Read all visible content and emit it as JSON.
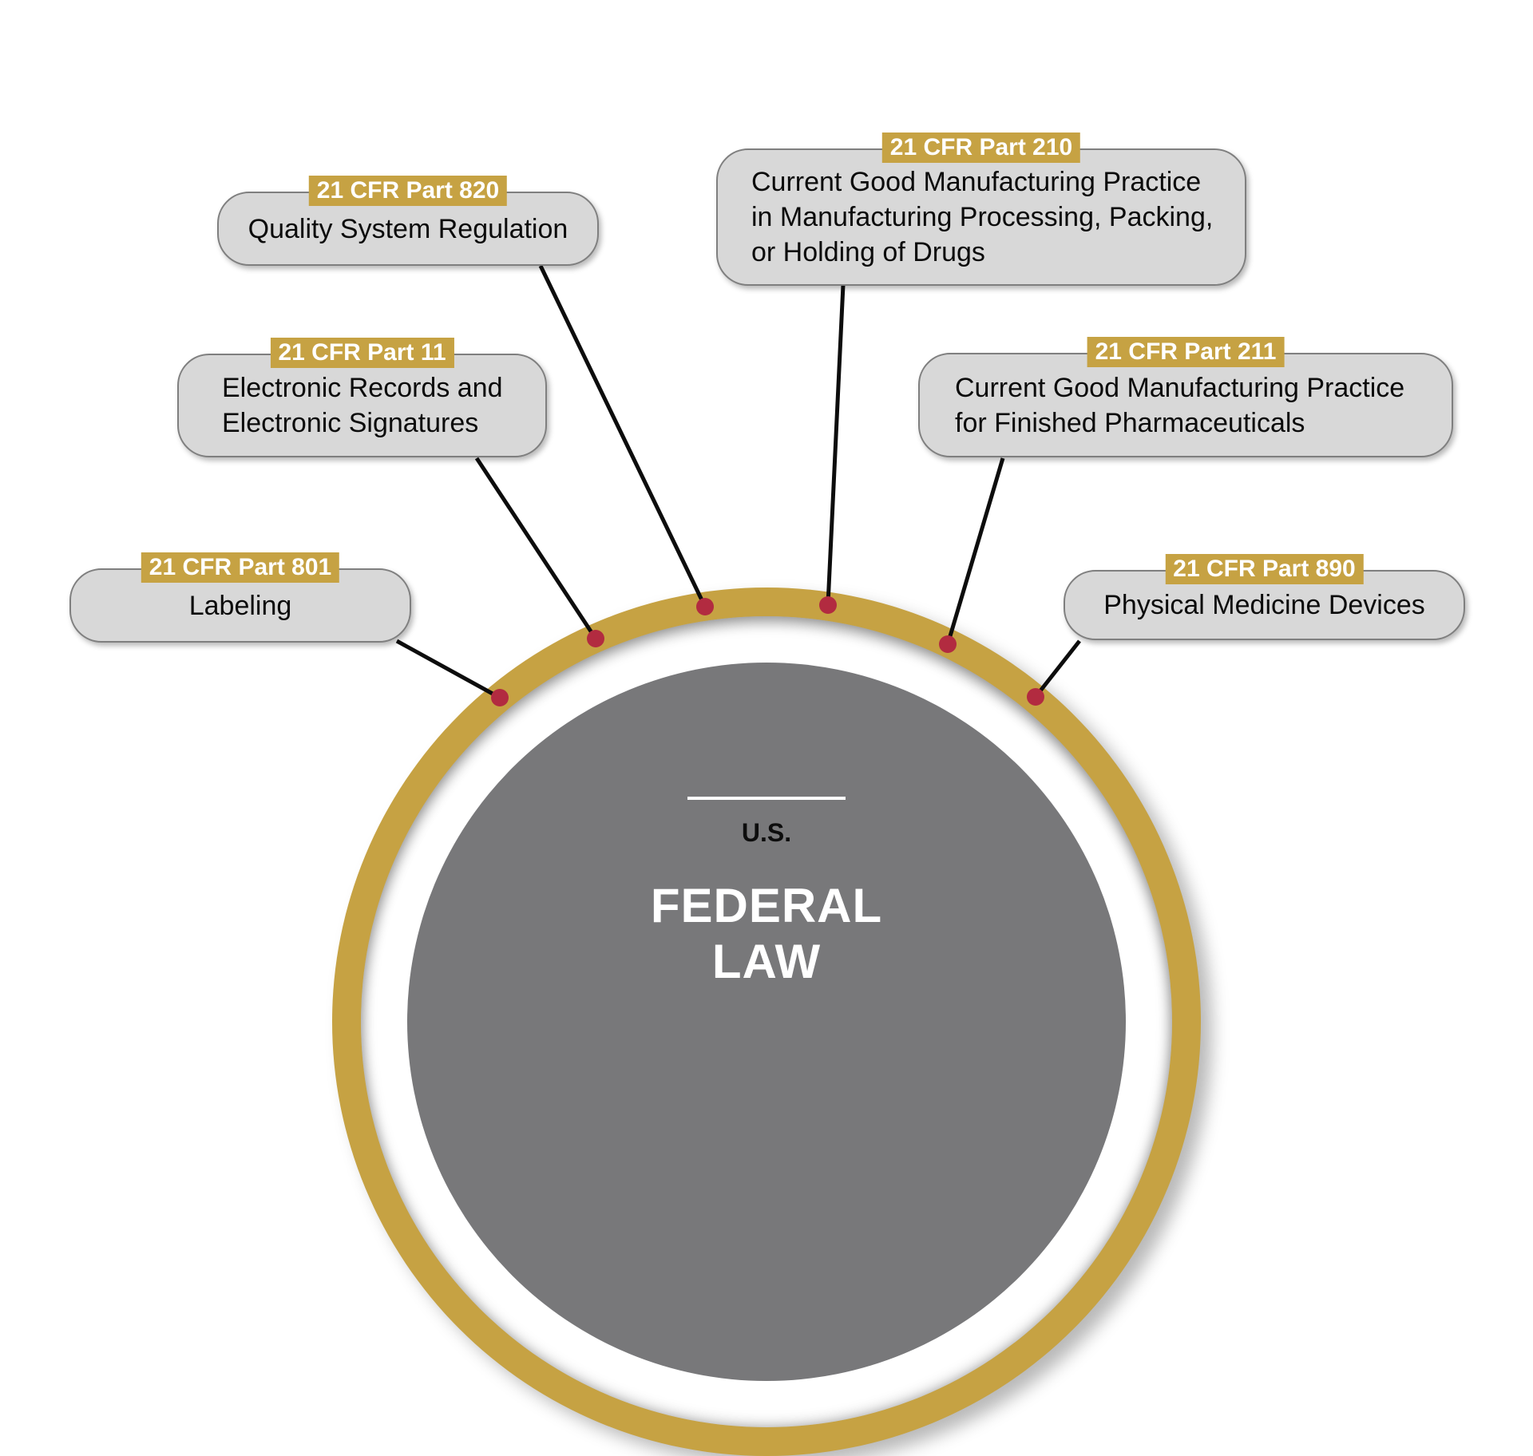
{
  "center": {
    "eyebrow": "U.S.",
    "title": "FEDERAL\nLAW"
  },
  "callouts": [
    {
      "id": "part-820",
      "tag": "21 CFR Part 820",
      "body": "Quality System Regulation"
    },
    {
      "id": "part-11",
      "tag": "21 CFR Part 11",
      "body": "Electronic Records and\nElectronic Signatures"
    },
    {
      "id": "part-801",
      "tag": "21 CFR Part 801",
      "body": "Labeling"
    },
    {
      "id": "part-210",
      "tag": "21 CFR Part 210",
      "body": "Current Good Manufacturing Practice\nin Manufacturing Processing, Packing,\nor Holding of Drugs"
    },
    {
      "id": "part-211",
      "tag": "21 CFR Part 211",
      "body": "Current Good Manufacturing Practice\nfor Finished Pharmaceuticals"
    },
    {
      "id": "part-890",
      "tag": "21 CFR Part 890",
      "body": "Physical Medicine Devices"
    }
  ],
  "colors": {
    "ring_gold": "#C6A243",
    "anchor_dot_red": "#B22B40",
    "core_circle_gray": "#78787A",
    "callout_fill": "#D8D8D8",
    "callout_border": "#7F7F7F",
    "connector_line": "#0D0D0D",
    "tag_text": "#FFFFFF",
    "body_text": "#0B0B0B",
    "core_title_text": "#FFFFFF",
    "core_eyebrow_text": "#0D0D0D",
    "background": "#FFFFFF"
  }
}
